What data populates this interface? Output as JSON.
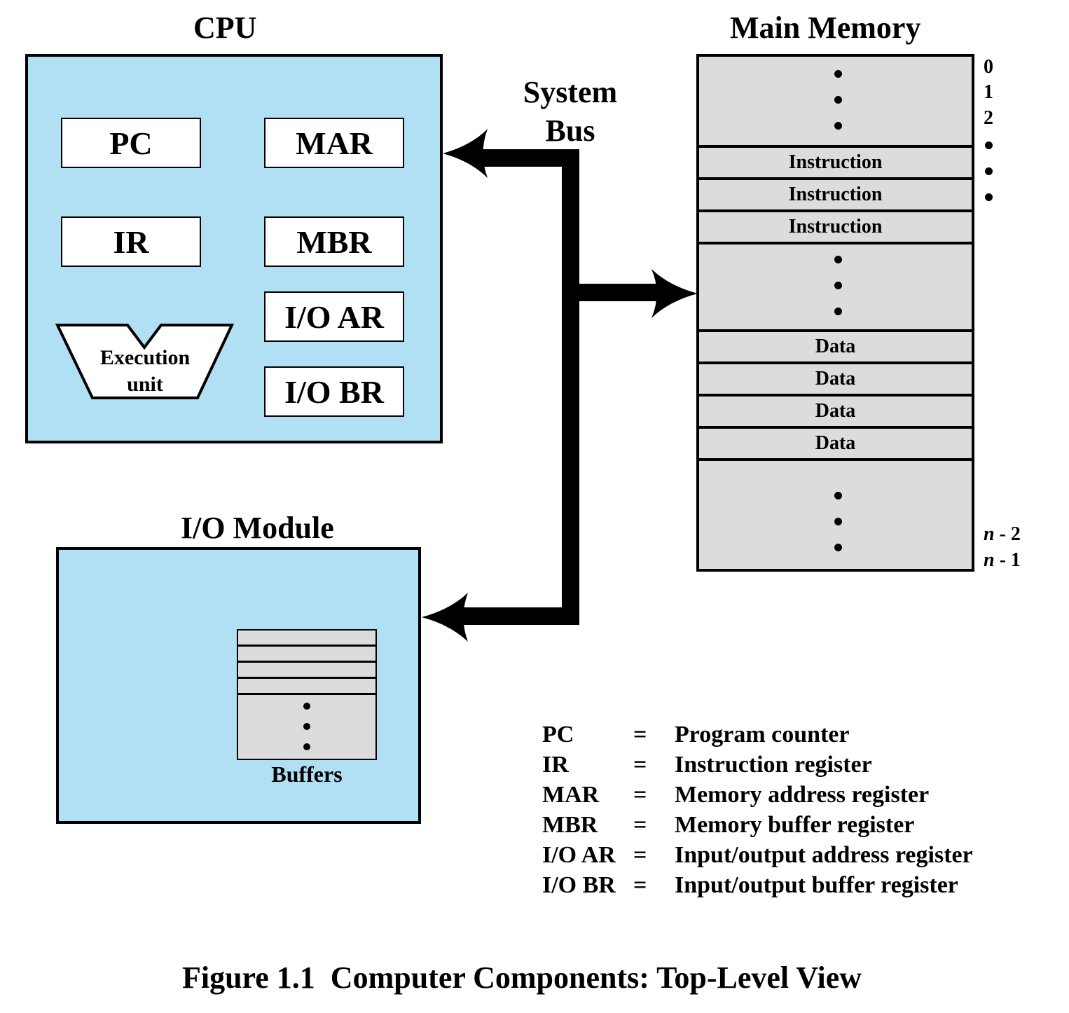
{
  "cpu": {
    "title": "CPU",
    "registers": {
      "pc": "PC",
      "mar": "MAR",
      "ir": "IR",
      "mbr": "MBR",
      "ioar": "I/O AR",
      "iobr": "I/O BR"
    },
    "execution_unit": [
      "Execution",
      "unit"
    ]
  },
  "bus": {
    "label_line1": "System",
    "label_line2": "Bus"
  },
  "memory": {
    "title": "Main Memory",
    "cells": [
      "Instruction",
      "Instruction",
      "Instruction",
      "Data",
      "Data",
      "Data",
      "Data"
    ],
    "addresses": [
      "0",
      "1",
      "2"
    ],
    "end_addresses": [
      {
        "n": "n",
        "suffix": " - 2"
      },
      {
        "n": "n",
        "suffix": " - 1"
      }
    ]
  },
  "io_module": {
    "title": "I/O Module",
    "buffers_label": "Buffers"
  },
  "legend": [
    {
      "abbr": "PC",
      "eq": "=",
      "meaning": "Program counter"
    },
    {
      "abbr": "IR",
      "eq": "=",
      "meaning": "Instruction register"
    },
    {
      "abbr": "MAR",
      "eq": "=",
      "meaning": "Memory address register"
    },
    {
      "abbr": "MBR",
      "eq": "=",
      "meaning": "Memory buffer register"
    },
    {
      "abbr": "I/O AR",
      "eq": "=",
      "meaning": "Input/output address register"
    },
    {
      "abbr": "I/O BR",
      "eq": "=",
      "meaning": "Input/output buffer register"
    }
  ],
  "caption": "Figure 1.1  Computer Components: Top-Level View",
  "colors": {
    "component_fill": "#b1e0f4",
    "memory_fill": "#dcdcdc",
    "line": "#000000"
  }
}
